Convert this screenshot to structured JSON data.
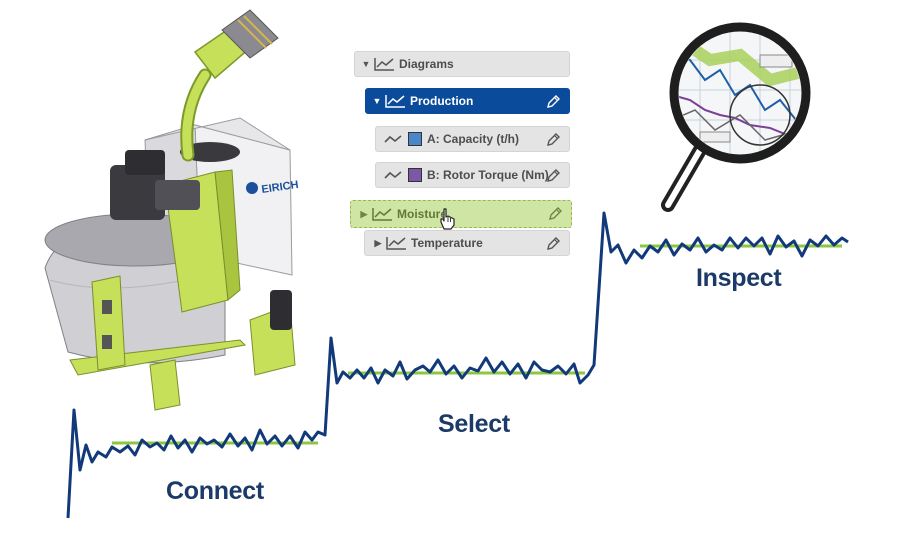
{
  "tree": {
    "root": {
      "label": "Diagrams",
      "icon": "line-chart-icon"
    },
    "selected": {
      "label": "Production",
      "icon": "line-chart-icon"
    },
    "channels": [
      {
        "label": "A: Capacity (t/h)",
        "color": "#4a86c8",
        "icon": "line-chart-icon"
      },
      {
        "label": "B: Rotor Torque (Nm)",
        "color": "#7b57a8",
        "icon": "line-chart-icon"
      }
    ],
    "dragging": {
      "label": "Moisture",
      "icon": "line-chart-icon"
    },
    "collapsed": {
      "label": "Temperature",
      "icon": "line-chart-icon"
    }
  },
  "machine": {
    "brand": "EIRICH"
  },
  "stages": {
    "connect": "Connect",
    "select": "Select",
    "inspect": "Inspect"
  },
  "colors": {
    "signal": "#12397a",
    "baseline": "#8dc63f",
    "accent_green": "#c6e05a",
    "selected_blue": "#0a4c9b"
  }
}
